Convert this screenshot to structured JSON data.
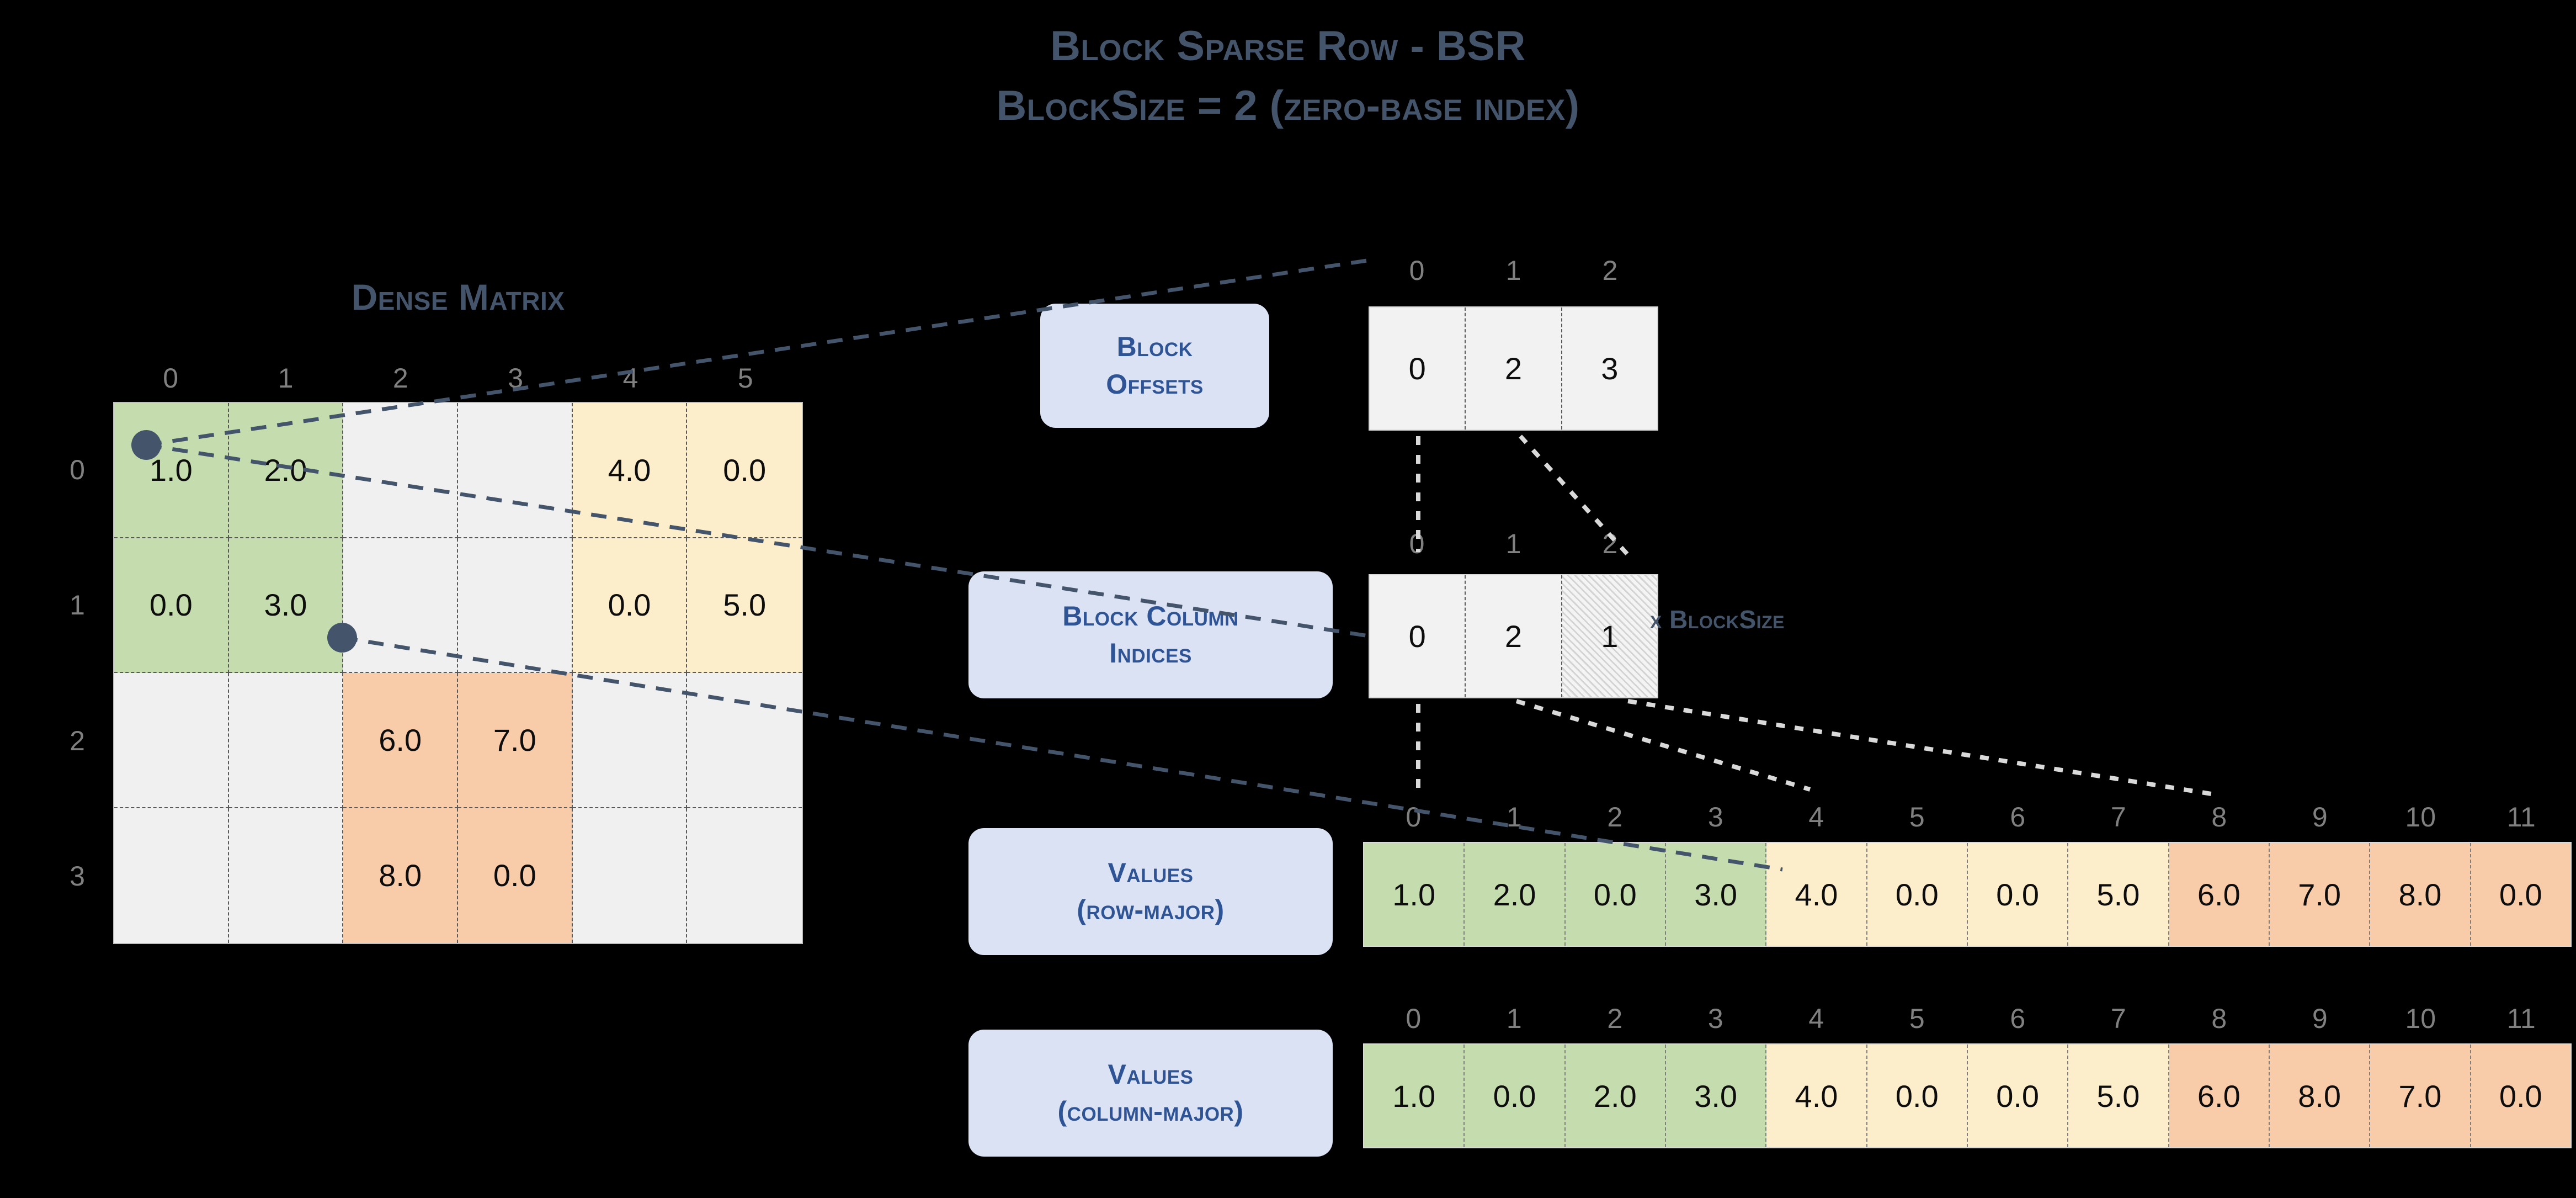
{
  "title": {
    "line1": "Block Sparse Row - BSR",
    "line2": "BlockSize = 2 (zero-base index)"
  },
  "dense_matrix": {
    "title": "Dense Matrix",
    "col_labels": [
      "0",
      "1",
      "2",
      "3",
      "4",
      "5"
    ],
    "row_labels": [
      "0",
      "1",
      "2",
      "3"
    ],
    "rows": [
      [
        {
          "v": "1.0",
          "c": "green"
        },
        {
          "v": "2.0",
          "c": "green"
        },
        {
          "v": "",
          "c": "empty"
        },
        {
          "v": "",
          "c": "empty"
        },
        {
          "v": "4.0",
          "c": "yellow"
        },
        {
          "v": "0.0",
          "c": "yellow"
        }
      ],
      [
        {
          "v": "0.0",
          "c": "green"
        },
        {
          "v": "3.0",
          "c": "green"
        },
        {
          "v": "",
          "c": "empty"
        },
        {
          "v": "",
          "c": "empty"
        },
        {
          "v": "0.0",
          "c": "yellow"
        },
        {
          "v": "5.0",
          "c": "yellow"
        }
      ],
      [
        {
          "v": "",
          "c": "empty"
        },
        {
          "v": "",
          "c": "empty"
        },
        {
          "v": "6.0",
          "c": "orange"
        },
        {
          "v": "7.0",
          "c": "orange"
        },
        {
          "v": "",
          "c": "empty"
        },
        {
          "v": "",
          "c": "empty"
        }
      ],
      [
        {
          "v": "",
          "c": "empty"
        },
        {
          "v": "",
          "c": "empty"
        },
        {
          "v": "8.0",
          "c": "orange"
        },
        {
          "v": "0.0",
          "c": "orange"
        },
        {
          "v": "",
          "c": "empty"
        },
        {
          "v": "",
          "c": "empty"
        }
      ]
    ]
  },
  "block_offsets": {
    "label_line1": "Block",
    "label_line2": "Offsets",
    "index_labels": [
      "0",
      "1",
      "2"
    ],
    "values": [
      "0",
      "2",
      "3"
    ]
  },
  "block_column_indices": {
    "label_line1": "Block Column",
    "label_line2": "Indices",
    "index_labels": [
      "0",
      "1",
      "2"
    ],
    "values": [
      "0",
      "2",
      "1"
    ],
    "hatched_index": 2,
    "note": "x BlockSize"
  },
  "values_row_major": {
    "label_line1": "Values",
    "label_line2": "(row-major)",
    "index_labels": [
      "0",
      "1",
      "2",
      "3",
      "4",
      "5",
      "6",
      "7",
      "8",
      "9",
      "10",
      "11"
    ],
    "values": [
      "1.0",
      "2.0",
      "0.0",
      "3.0",
      "4.0",
      "0.0",
      "0.0",
      "5.0",
      "6.0",
      "7.0",
      "8.0",
      "0.0"
    ],
    "colors": [
      "green",
      "green",
      "green",
      "green",
      "yellow",
      "yellow",
      "yellow",
      "yellow",
      "orange",
      "orange",
      "orange",
      "orange"
    ]
  },
  "values_column_major": {
    "label_line1": "Values",
    "label_line2": "(column-major)",
    "index_labels": [
      "0",
      "1",
      "2",
      "3",
      "4",
      "5",
      "6",
      "7",
      "8",
      "9",
      "10",
      "11"
    ],
    "values": [
      "1.0",
      "0.0",
      "2.0",
      "3.0",
      "4.0",
      "0.0",
      "0.0",
      "5.0",
      "6.0",
      "8.0",
      "7.0",
      "0.0"
    ],
    "colors": [
      "green",
      "green",
      "green",
      "green",
      "yellow",
      "yellow",
      "yellow",
      "yellow",
      "orange",
      "orange",
      "orange",
      "orange"
    ]
  },
  "palette": {
    "heading": "#44546a",
    "pill_bg": "#dae2f3",
    "pill_text": "#2f5496",
    "green": "#c5dcae",
    "yellow": "#fdeecb",
    "orange": "#f8cba9",
    "empty": "#f0f0f0",
    "index_label": "#808080",
    "connector": "#44546a",
    "background": "#000000"
  }
}
